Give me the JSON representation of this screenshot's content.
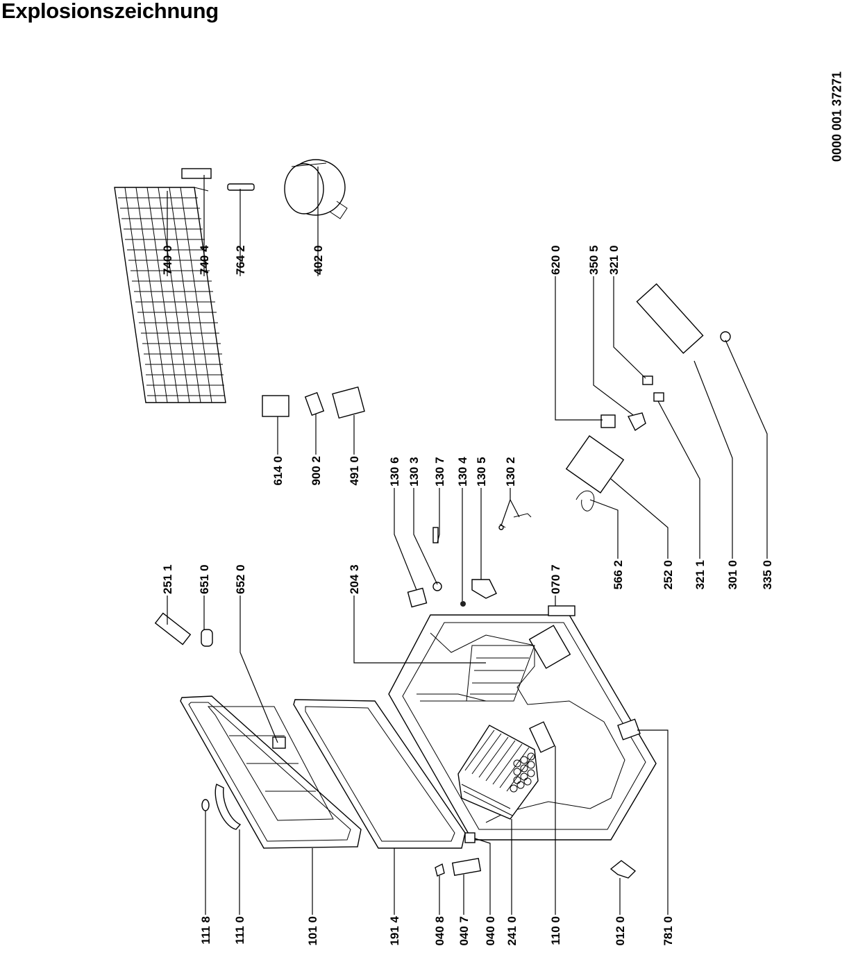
{
  "page": {
    "title": "Explosionszeichnung",
    "document_number": "0000 001 37271"
  },
  "labels": {
    "top": [
      "740 0",
      "740 4",
      "764 2",
      "402 0",
      "620 0",
      "350 5",
      "321 0"
    ],
    "middle_row": [
      "614 0",
      "900 2",
      "491 0",
      "130 6",
      "130 3",
      "130 7",
      "130 4",
      "130 5",
      "130 2"
    ],
    "upper_middle": [
      "251 1",
      "651 0",
      "652 0",
      "204 3",
      "070 7",
      "566 2",
      "252 0",
      "321 1",
      "301 0",
      "335 0"
    ],
    "bottom": [
      "111 8",
      "111 0",
      "101 0",
      "191 4",
      "040 8",
      "040 7",
      "040 0",
      "241 0",
      "110 0",
      "012 0",
      "781 0"
    ]
  }
}
